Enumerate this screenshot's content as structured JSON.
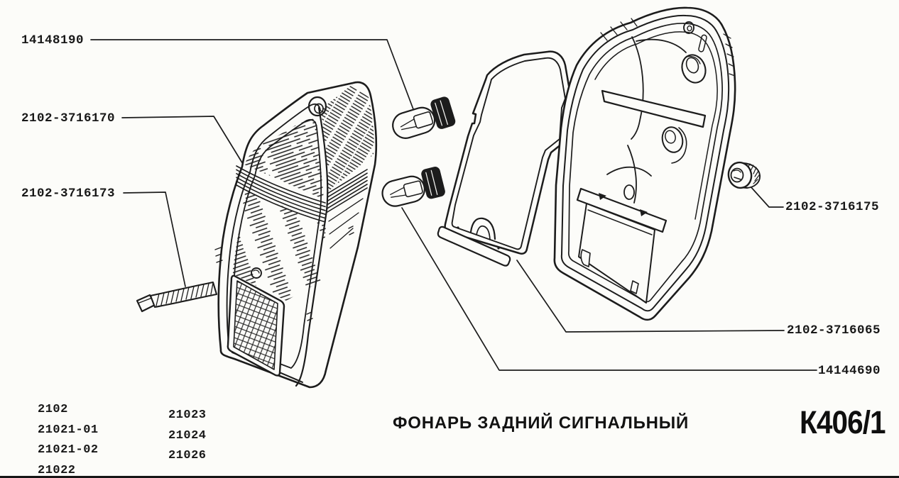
{
  "colors": {
    "ink": "#1c1c1c",
    "paper": "#fcfcf9"
  },
  "diagram": {
    "caption": "ФОНАРЬ ЗАДНИЙ СИГНАЛЬНЫЙ",
    "sheet_code": "К406/1",
    "callouts": {
      "bulb_top": "14148190",
      "lens_band": "2102-3716170",
      "screw": "2102-3716173",
      "nut": "2102-3716175",
      "gasket": "2102-3716065",
      "bulb_bottom": "14144690"
    },
    "model_codes": {
      "col1": [
        "2102",
        "21021-01",
        "21021-02",
        "21022"
      ],
      "col2": [
        "21023",
        "21024",
        "21026"
      ]
    }
  }
}
